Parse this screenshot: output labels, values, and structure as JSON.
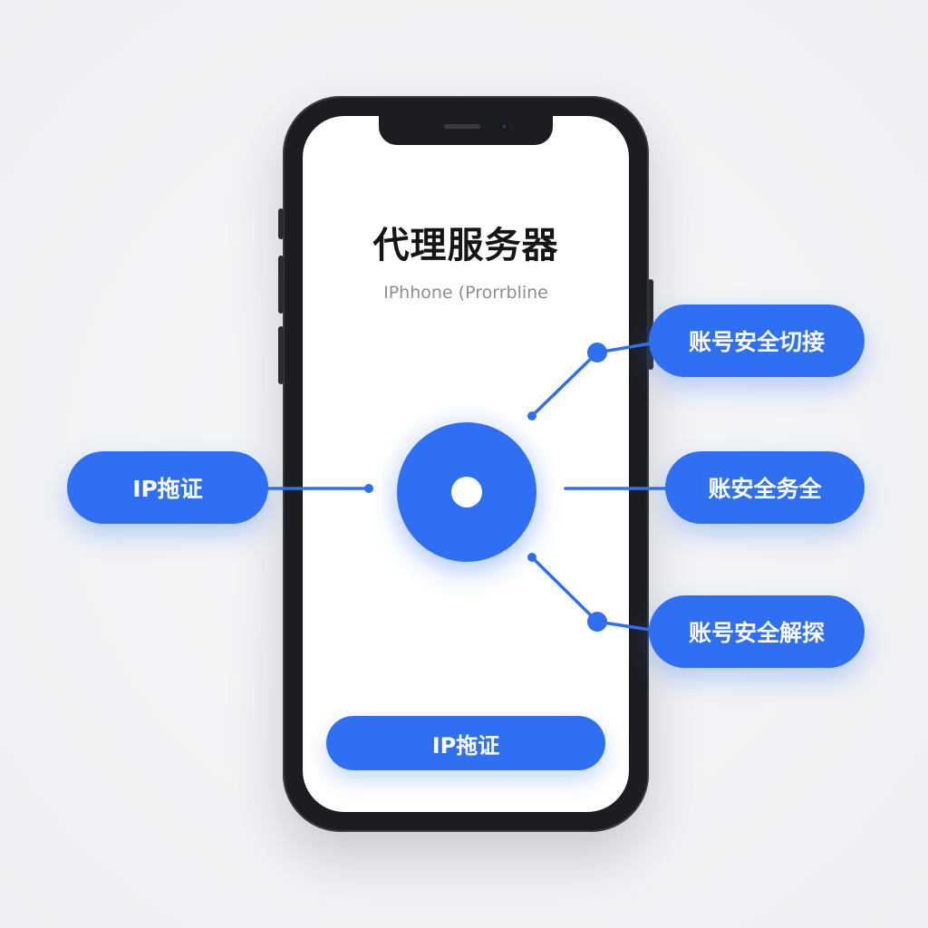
{
  "screen": {
    "title": "代理服务器",
    "subtitle": "IPhhone (Prorrbline",
    "bottom_button_label": "IP拖证"
  },
  "hub": {
    "icon": "record-dot-icon"
  },
  "left_pill": {
    "label": "IP拖证"
  },
  "right_pills": [
    {
      "label": "账号安全切接"
    },
    {
      "label": "账安全务全"
    },
    {
      "label": "账号安全解探"
    }
  ],
  "colors": {
    "accent": "#2f6ff1",
    "background": "#f1f2f4",
    "phone_frame": "#1c1d20",
    "title_text": "#151515",
    "subtitle_text": "#8a8d93"
  }
}
